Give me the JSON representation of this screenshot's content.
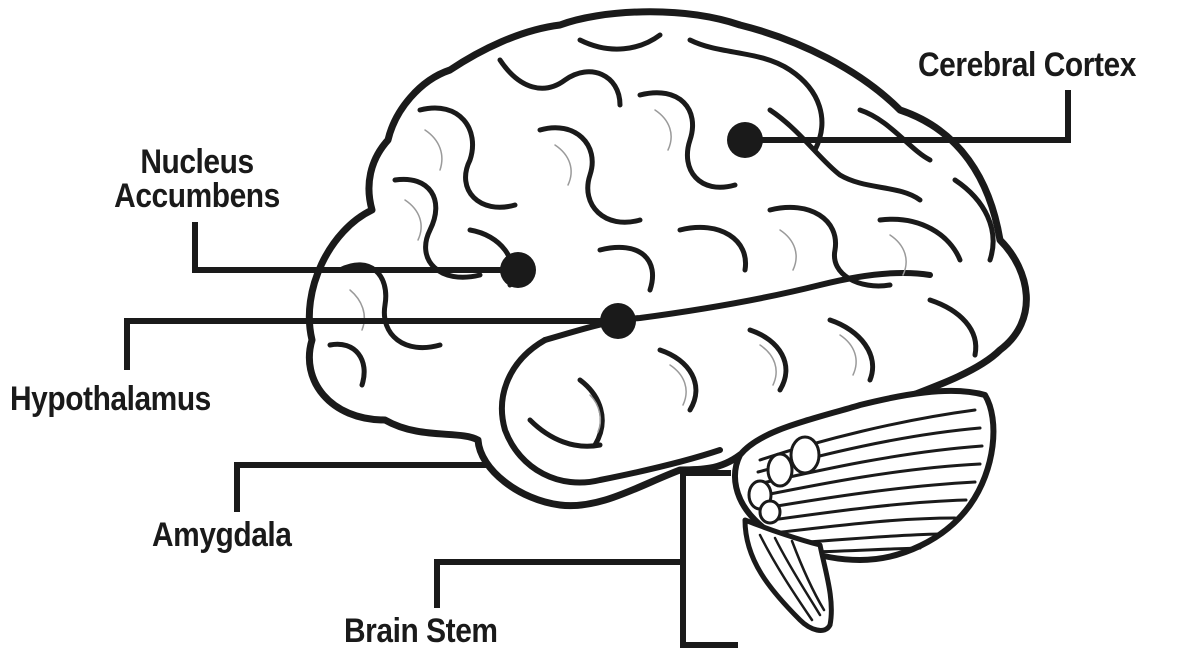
{
  "diagram": {
    "labels": {
      "cerebral_cortex": "Cerebral Cortex",
      "nucleus_accumbens_line1": "Nucleus",
      "nucleus_accumbens_line2": "Accumbens",
      "hypothalamus": "Hypothalamus",
      "amygdala": "Amygdala",
      "brain_stem": "Brain Stem"
    },
    "colors": {
      "ink": "#1a1a1a",
      "background": "#ffffff",
      "brain_fill": "#ffffff",
      "shading": "#9a9a9a"
    },
    "icons": {
      "brain": "brain-illustration",
      "marker": "filled-circle"
    }
  }
}
